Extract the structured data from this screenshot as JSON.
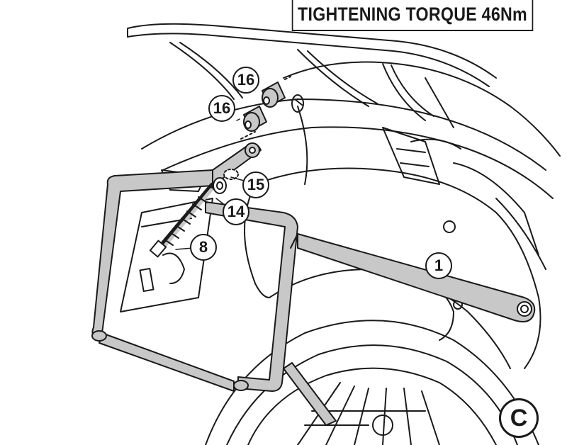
{
  "torque_label": "TIGHTENING TORQUE 46Nm",
  "callouts": {
    "part_16_upper": "16",
    "part_16_lower": "16",
    "part_15": "15",
    "part_14": "14",
    "part_8": "8",
    "part_1": "1"
  },
  "section_letter": "C",
  "colors": {
    "line": "#1a1a1a",
    "highlight": "#c8c8c8",
    "background": "#ffffff"
  }
}
